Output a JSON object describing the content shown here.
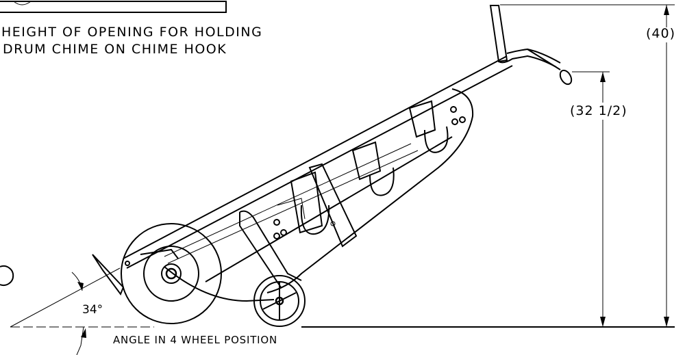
{
  "note": {
    "line1": "HEIGHT OF OPENING FOR HOLDING",
    "line2": "DRUM CHIME ON CHIME HOOK"
  },
  "dimensions": {
    "overall_height": "(40)",
    "handle_height": "(32 1/2)"
  },
  "angle": {
    "value": "34°",
    "caption": "ANGLE IN 4 WHEEL POSITION"
  }
}
